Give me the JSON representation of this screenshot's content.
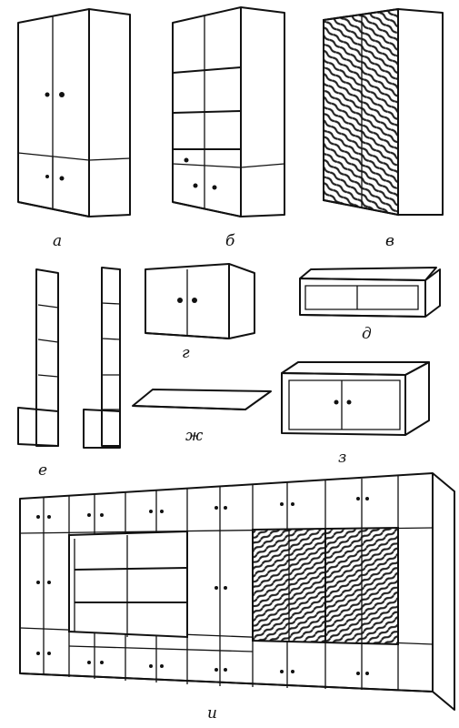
{
  "labels": {
    "a": "а",
    "b": "б",
    "v": "в",
    "g": "г",
    "d": "д",
    "e": "е",
    "zh": "ж",
    "z": "з",
    "i": "и"
  },
  "colors": {
    "ink": "#111111",
    "paper": "#ffffff",
    "wood": "#333333"
  }
}
